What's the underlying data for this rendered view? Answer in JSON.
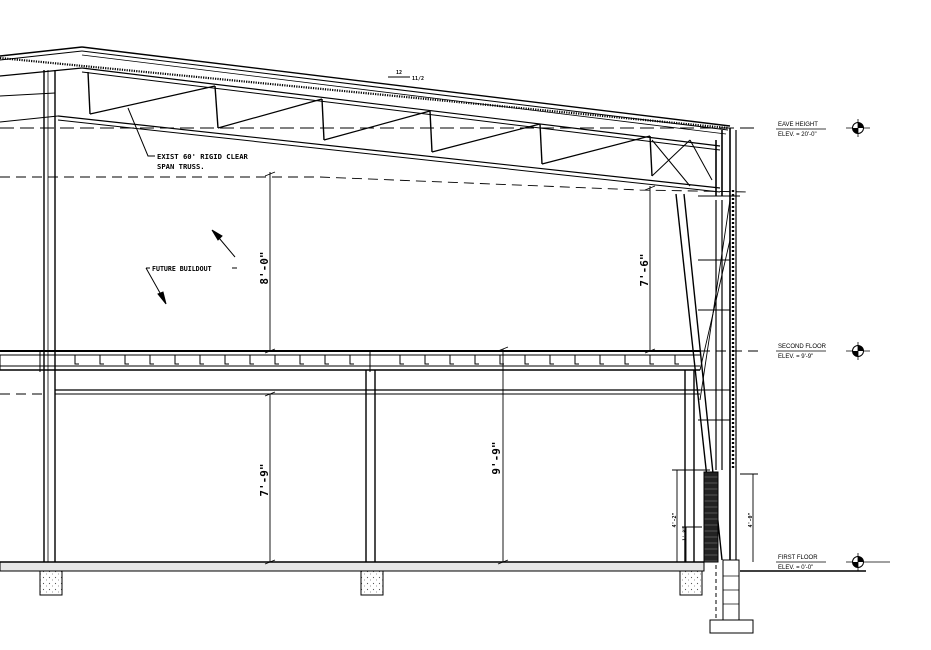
{
  "drawing": {
    "roof_pitch": {
      "rise": "12",
      "run": "11/2"
    },
    "truss_note": {
      "line1": "EXIST 60' RIGID CLEAR",
      "line2": "SPAN TRUSS."
    },
    "buildout_note": "FUTURE BUILDOUT",
    "dimensions": {
      "upper_clear": "8'-0\"",
      "upper_right": "7'-6\"",
      "lower_left": "7'-9\"",
      "lower_mid": "9'-9\"",
      "wall_a": "4'-2\"",
      "wall_b": "1'-8\"",
      "wall_c": "4'-0\""
    },
    "levels": [
      {
        "name": "EAVE HEIGHT",
        "elev": "ELEV. = 20'-0\""
      },
      {
        "name": "SECOND FLOOR",
        "elev": "ELEV. = 9'-9\""
      },
      {
        "name": "FIRST FLOOR",
        "elev": "ELEV. = 0'-0\""
      }
    ]
  }
}
